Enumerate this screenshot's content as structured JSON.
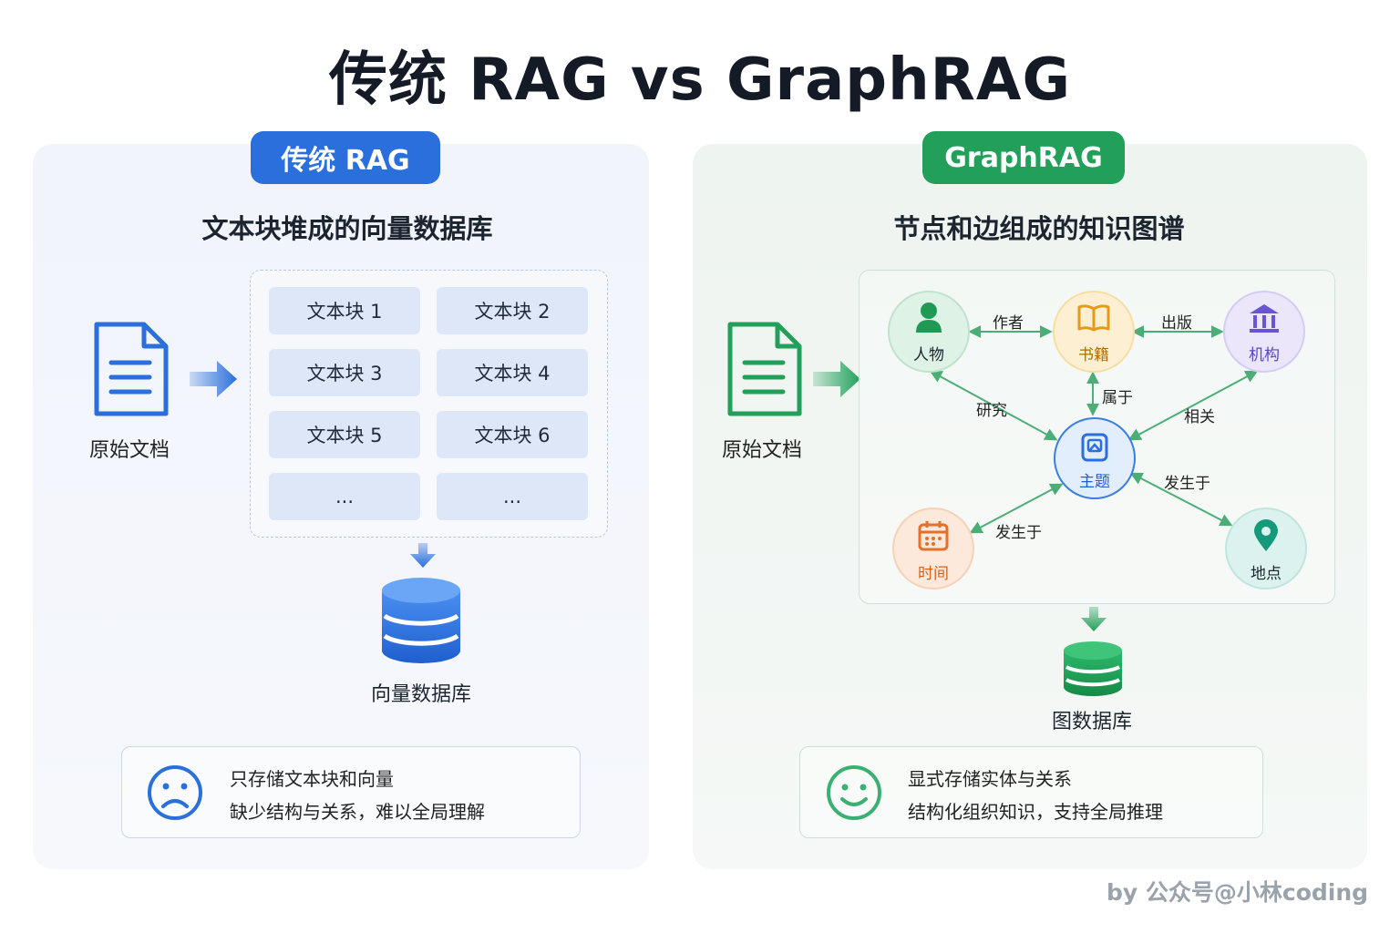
{
  "title": "传统 RAG vs GraphRAG",
  "left": {
    "badge": "传统 RAG",
    "subtitle": "文本块堆成的向量数据库",
    "doc_label": "原始文档",
    "chunks": [
      "文本块 1",
      "文本块 2",
      "文本块 3",
      "文本块 4",
      "文本块 5",
      "文本块 6",
      "...",
      "..."
    ],
    "db_label": "向量数据库",
    "note": {
      "line1": "只存储文本块和向量",
      "line2": "缺少结构与关系，难以全局理解"
    },
    "accent": "#2a6fdc"
  },
  "right": {
    "badge": "GraphRAG",
    "subtitle": "节点和边组成的知识图谱",
    "doc_label": "原始文档",
    "nodes": {
      "person": "人物",
      "book": "书籍",
      "org": "机构",
      "topic": "主题",
      "time": "时间",
      "place": "地点"
    },
    "edges": {
      "author": "作者",
      "publish": "出版",
      "belongs": "属于",
      "research": "研究",
      "related": "相关",
      "happens1": "发生于",
      "happens2": "发生于"
    },
    "db_label": "图数据库",
    "note": {
      "line1": "显式存储实体与关系",
      "line2": "结构化组织知识，支持全局推理"
    },
    "accent": "#22a05a"
  },
  "credit": "by 公众号@小林coding"
}
